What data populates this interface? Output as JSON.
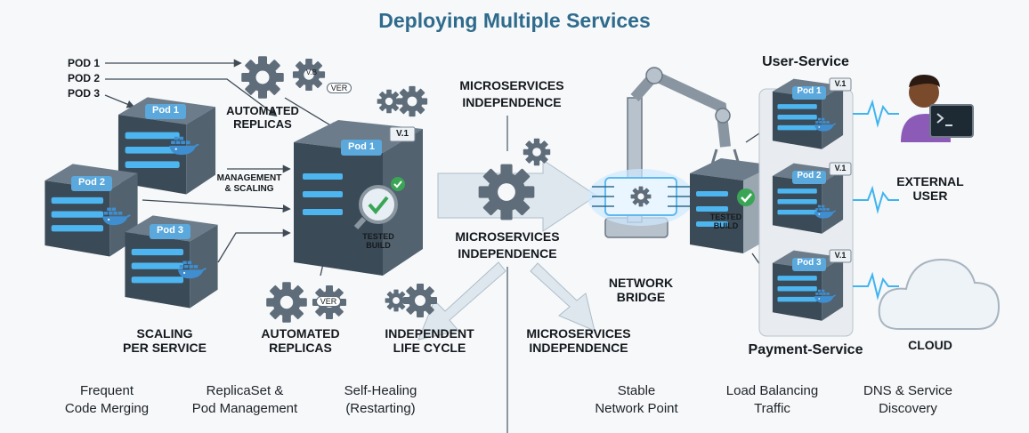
{
  "title": "Deploying Multiple Services",
  "pods_list": [
    "POD 1",
    "POD 2",
    "POD 3"
  ],
  "cube_labels": {
    "pod1": "Pod 1",
    "pod2": "Pod 2",
    "pod3": "Pod 3",
    "main_pod": "Pod 1",
    "main_version": "V.1",
    "tested_line1": "TESTED",
    "tested_line2": "BUILD",
    "right_pod1": "Pod 1",
    "right_pod2": "Pod 2",
    "right_pod3": "Pod 3",
    "right_version": "V.1"
  },
  "gear_tags": {
    "vb": "V.B",
    "ver": "VER"
  },
  "labels": {
    "automated_top": [
      "AUTOMATED",
      "REPLICAS"
    ],
    "management": [
      "MANAGEMENT",
      "& SCALING"
    ],
    "scaling": [
      "SCALING",
      "PER SERVICE"
    ],
    "automated_bottom": [
      "AUTOMATED",
      "REPLICAS"
    ],
    "lifecycle": [
      "INDEPENDENT",
      "LIFE CYCLE"
    ],
    "micro_top": [
      "MICROSERVICES",
      "INDEPENDENCE"
    ],
    "micro_mid": [
      "MICROSERVICES",
      "INDEPENDENCE"
    ],
    "micro_bottom": [
      "MICROSERVICES",
      "INDEPENDENCE"
    ],
    "network_bridge": [
      "NETWORK",
      "BRIDGE"
    ],
    "user_service": "User-Service",
    "payment_service": "Payment-Service",
    "external_user": [
      "EXTERNAL",
      "USER"
    ],
    "cloud": "CLOUD"
  },
  "footer": [
    [
      "Frequent",
      "Code Merging"
    ],
    [
      "ReplicaSet &",
      "Pod Management"
    ],
    [
      "Self-Healing",
      "(Restarting)"
    ],
    [
      "Stable",
      "Network Point"
    ],
    [
      "Load Balancing",
      "Traffic"
    ],
    [
      "DNS & Service",
      "Discovery"
    ]
  ],
  "colors": {
    "title": "#2f6b8c",
    "server": "#3b4a57",
    "screen": "#4db6f0",
    "pod_badge": "#5aa8dc",
    "gear": "#5f6d7a",
    "check": "#3aa655",
    "arrow": "#dfe7ee"
  },
  "icons": [
    "gear-icon",
    "docker-whale-icon",
    "magnifier-check-icon",
    "robot-arm-icon",
    "network-chip-icon",
    "cloud-icon",
    "user-terminal-icon",
    "pulse-icon"
  ]
}
